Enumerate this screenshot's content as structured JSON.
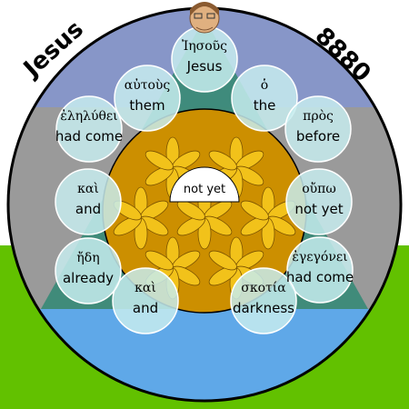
{
  "title": "Jesus",
  "number": "8880",
  "center": "not yet",
  "words": [
    {
      "greek": "Ἰησοῦς",
      "english": "Jesus"
    },
    {
      "greek": "ὁ",
      "english": "the"
    },
    {
      "greek": "πρὸς",
      "english": "before"
    },
    {
      "greek": "οὔπω",
      "english": "not yet"
    },
    {
      "greek": "ἐγεγόνει",
      "english": "had come"
    },
    {
      "greek": "σκοτία",
      "english": "darkness"
    },
    {
      "greek": "καὶ",
      "english": "and"
    },
    {
      "greek": "ἤδη",
      "english": "already"
    },
    {
      "greek": "καὶ",
      "english": "and"
    },
    {
      "greek": "ἐληλύθει",
      "english": "had come"
    },
    {
      "greek": "αὐτοὺς",
      "english": "them"
    }
  ],
  "colors": {
    "sky": "#8796c8",
    "band": "#9a9a9a",
    "ground": "#62c100",
    "water": "#5fa8e8",
    "ring": "#3b8a78",
    "bubble": "#c7ecee",
    "disk": "#cc8f00",
    "petal": "#f2c21a"
  },
  "icons": [
    "face-icon"
  ]
}
